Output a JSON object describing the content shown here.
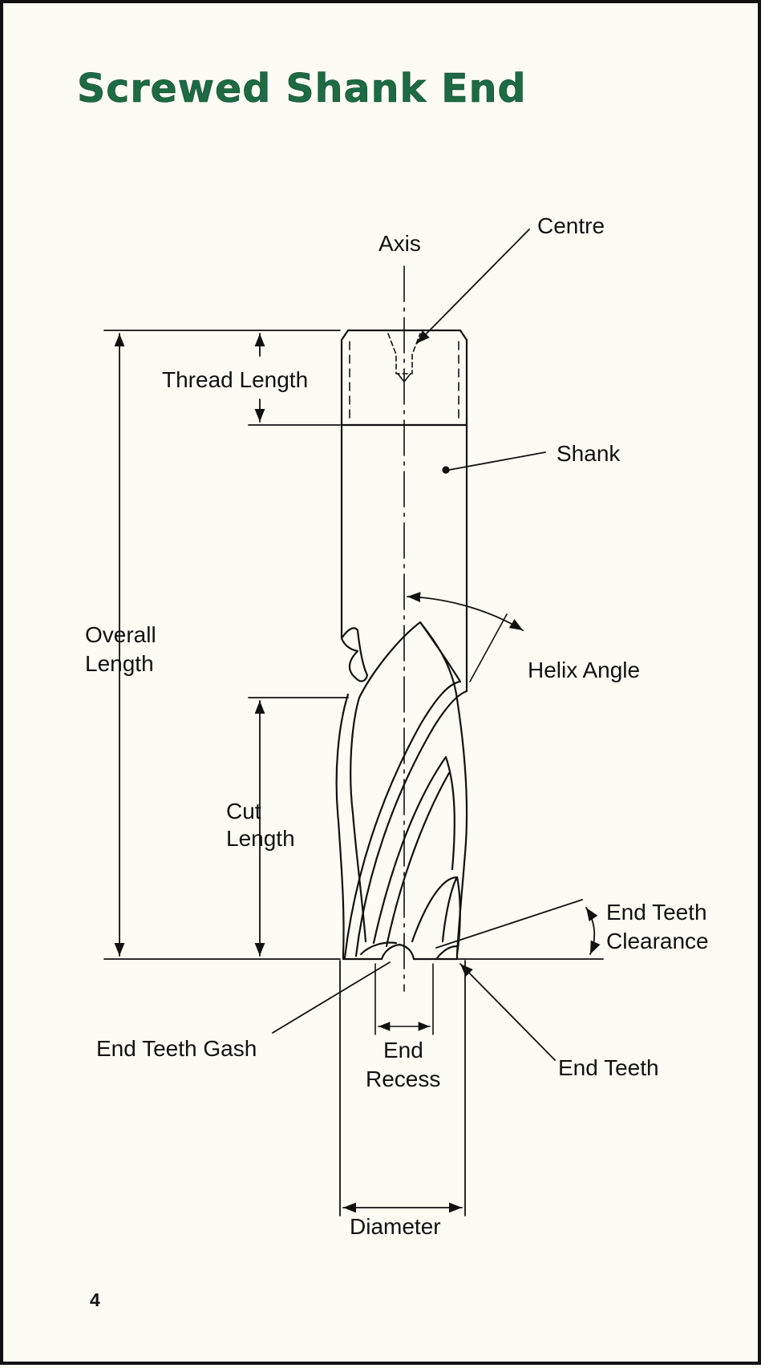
{
  "title": "Screwed Shank End",
  "page_number": "4",
  "labels": {
    "axis": "Axis",
    "centre": "Centre",
    "thread_length": "Thread  Length",
    "shank": "Shank",
    "overall_length_1": "Overall",
    "overall_length_2": "Length",
    "helix_angle": "Helix Angle",
    "cut_length_1": "Cut",
    "cut_length_2": "Length",
    "end_teeth_clearance_1": "End Teeth",
    "end_teeth_clearance_2": "Clearance",
    "end_teeth_gash": "End Teeth Gash",
    "end_recess_1": "End",
    "end_recess_2": "Recess",
    "end_teeth": "End Teeth",
    "diameter": "Diameter"
  },
  "colors": {
    "title": "#1d6a43",
    "ink": "#111111",
    "paper": "#fcfcf4"
  }
}
